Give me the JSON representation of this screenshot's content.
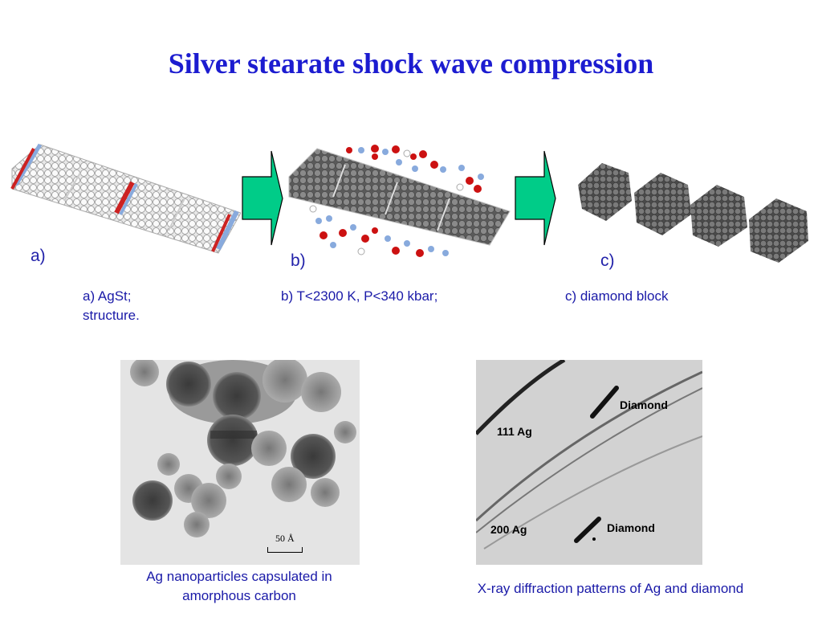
{
  "slide": {
    "title": "Silver stearate shock wave compression",
    "panels": {
      "a_label": "a)",
      "b_label": "b)",
      "c_label": "c)"
    },
    "captions": {
      "a_line1": "a) AgSt;",
      "a_line2": "structure.",
      "b": "b) T<2300 K, P<340 kbar;",
      "c": "c) diamond block"
    },
    "tem": {
      "scale_bar": "50 Å",
      "caption_line1": "Ag nanoparticles capsulated in",
      "caption_line2": "amorphous carbon"
    },
    "xrd": {
      "label_diamond_top": "Diamond",
      "label_111": "111 Ag",
      "label_200": "200 Ag",
      "label_diamond_bottom": "Diamond",
      "caption": "X-ray diffraction patterns of Ag and diamond"
    }
  },
  "colors": {
    "title": "#1c1cd0",
    "caption": "#1a1aa8",
    "arrow": "#00cc88",
    "carbon": "#7a7a7a",
    "oxygen": "#cc1111",
    "silver": "#88aadd"
  }
}
